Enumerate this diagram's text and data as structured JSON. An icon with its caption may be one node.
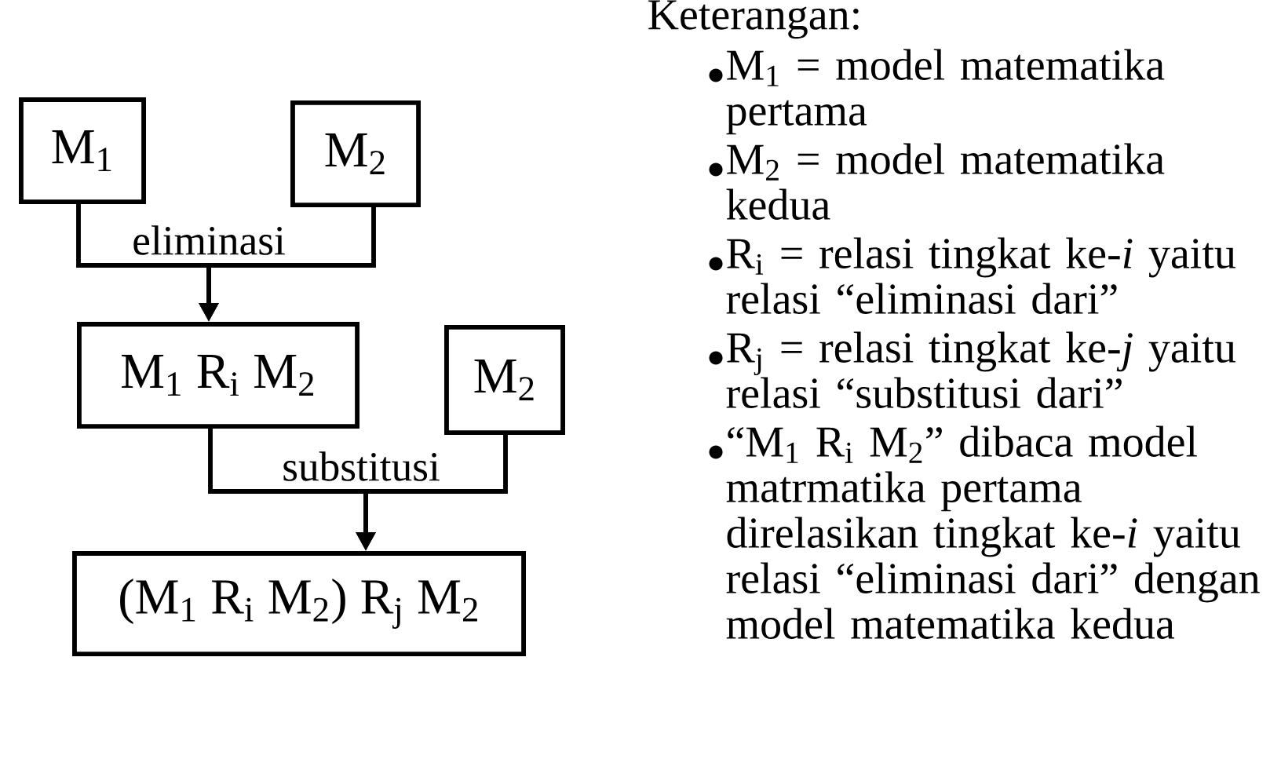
{
  "diagram": {
    "nodes": [
      {
        "text": [
          "M$_{1}$"
        ]
      },
      {
        "text": [
          "M$_{2}$"
        ]
      },
      {
        "text": [
          "M$_{1}$ R$_{i}$ M$_{2}$"
        ]
      },
      {
        "text": [
          "M$_{2}$"
        ]
      },
      {
        "text": [
          "(M$_{1}$ R$_{i}$ M$_{2}$) R$_{j}$ M$_{2}$"
        ]
      }
    ],
    "edges": [
      {
        "from": 0,
        "to": 2,
        "arrow": "to",
        "label": "eliminasi"
      },
      {
        "from": 1,
        "to": 2,
        "arrow": "to"
      },
      {
        "from": 2,
        "to": 4,
        "arrow": "to",
        "label": "substitusi"
      },
      {
        "from": 3,
        "to": 4,
        "arrow": "to"
      }
    ],
    "labels": [
      "Keterangan:",
      "M$_{1}$ = model matematika pertama",
      "M$_{2}$ = model matematika kedua",
      "R$_{i}$ = relasi tingkat ke-*i* yaitu relasi “eliminasi dari”",
      "R$_{j}$ = relasi tingkat ke-*j* yaitu relasi “substitusi dari”",
      "“M$_{1}$ R$_{i}$ M$_{2}$” dibaca model matrmatika pertama direlasikan tingkat ke-*i* yaitu relasi “eliminasi dari” dengan model matematika kedua"
    ]
  }
}
